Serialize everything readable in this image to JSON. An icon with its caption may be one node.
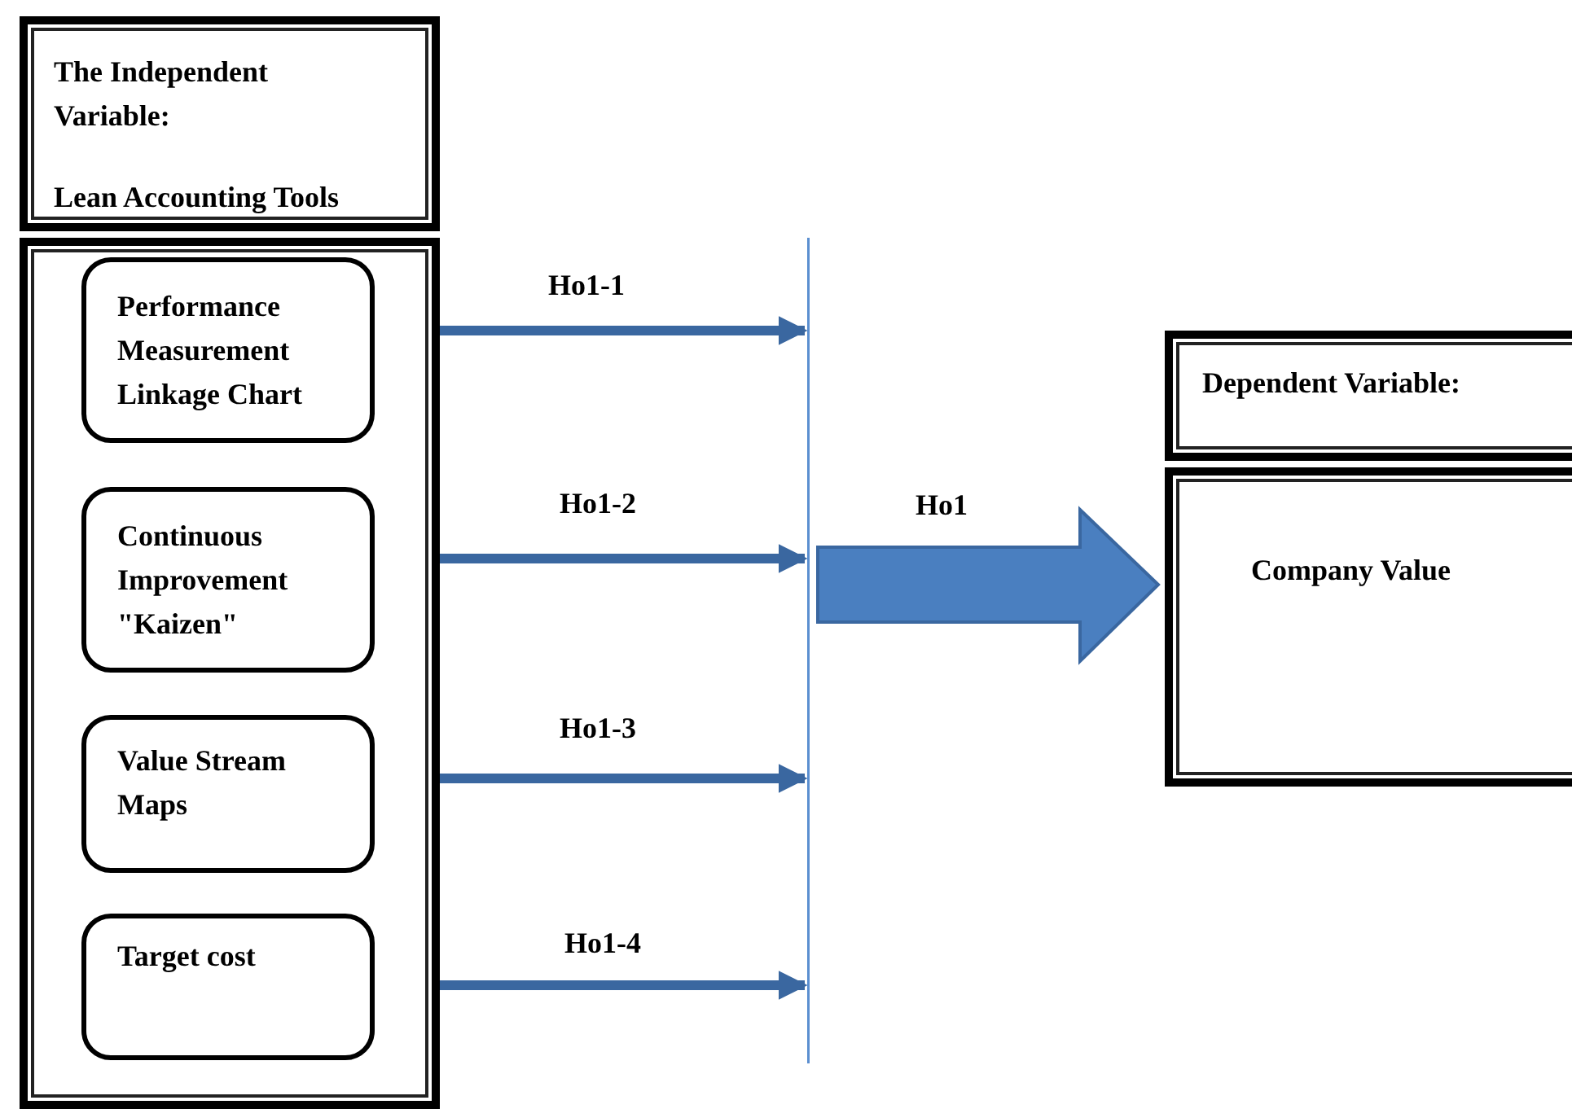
{
  "diagram": {
    "nodes": [
      {
        "text": [
          "The Independent Variable:",
          "Lean Accounting Tools"
        ]
      },
      {
        "text": [],
        "shape": "box"
      },
      {
        "text": [
          "Performance Measurement Linkage Chart"
        ],
        "in": 1
      },
      {
        "text": [
          "Continuous Improvement \"Kaizen\""
        ],
        "in": 1
      },
      {
        "text": [
          "Value Stream Maps"
        ],
        "in": 1
      },
      {
        "text": [
          "Target cost"
        ],
        "in": 1
      },
      {
        "text": [],
        "shape": "bar"
      },
      {
        "text": [
          "Dependent Variable:"
        ]
      },
      {
        "text": [
          "Company Value"
        ]
      }
    ],
    "edges": [
      {
        "from": 2,
        "to": 6,
        "arrow": "to",
        "label": "Ho1-1"
      },
      {
        "from": 3,
        "to": 6,
        "arrow": "to",
        "label": "Ho1-2"
      },
      {
        "from": 4,
        "to": 6,
        "arrow": "to",
        "label": "Ho1-3"
      },
      {
        "from": 5,
        "to": 6,
        "arrow": "to",
        "label": "Ho1-4"
      },
      {
        "from": 6,
        "to": 8,
        "arrow": "to",
        "label": "Ho1",
        "style": "thick"
      }
    ]
  }
}
